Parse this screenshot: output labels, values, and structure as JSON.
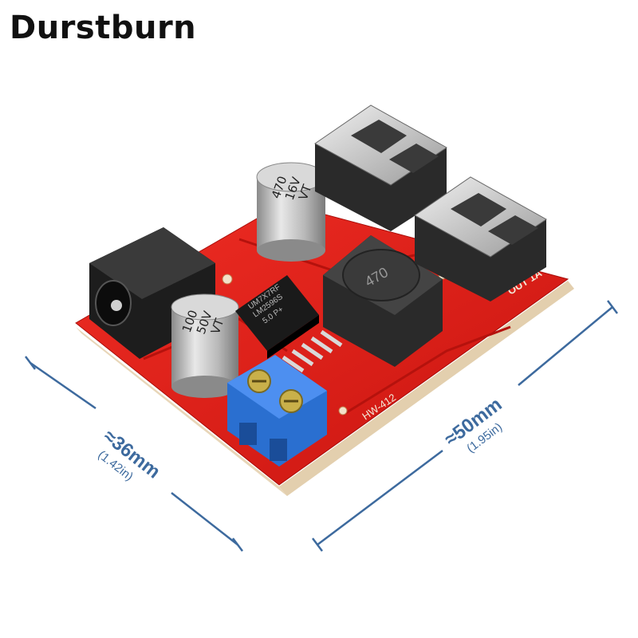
{
  "brand": {
    "name": "Durstburn"
  },
  "dimensions": {
    "depth": {
      "metric": "≈36mm",
      "imperial": "(1.42in)"
    },
    "width": {
      "metric": "≈50mm",
      "imperial": "(1.95in)"
    }
  },
  "board": {
    "silkscreen_model": "HW-412",
    "output_label": "OUT 1A",
    "chip_line1": "UM7X7RF",
    "chip_line2": "LM2596S",
    "chip_line3": "5.0 P+",
    "inductor_label": "470",
    "cap_large": {
      "value": "470",
      "voltage": "16V",
      "series": "VT"
    },
    "cap_small": {
      "value": "100",
      "voltage": "50V",
      "series": "VT"
    }
  },
  "colors": {
    "pcb": "#e3201b",
    "dimension_lines": "#3d6a9e",
    "terminal_block": "#2a6fd0"
  }
}
